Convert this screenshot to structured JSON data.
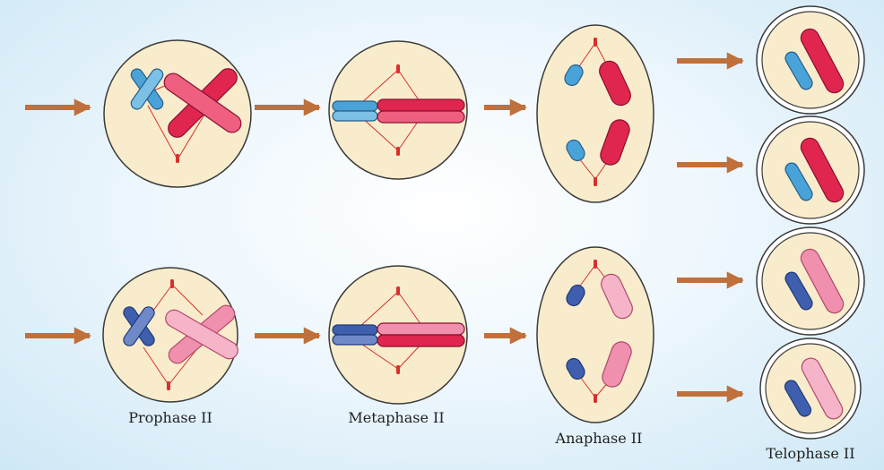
{
  "labels": {
    "prophase": "Prophase II",
    "metaphase": "Metaphase II",
    "anaphase": "Anaphase II",
    "telophase": "Telophase II"
  },
  "colors": {
    "cell_fill": "#f8eccc",
    "cell_stroke": "#3a3a3a",
    "spindle": "#d9302c",
    "arrow": "#c0703a",
    "blue_light": "#4aa3d8",
    "blue_dark": "#3f5fae",
    "red_dark": "#e0264f",
    "pink_light": "#f18fae"
  }
}
